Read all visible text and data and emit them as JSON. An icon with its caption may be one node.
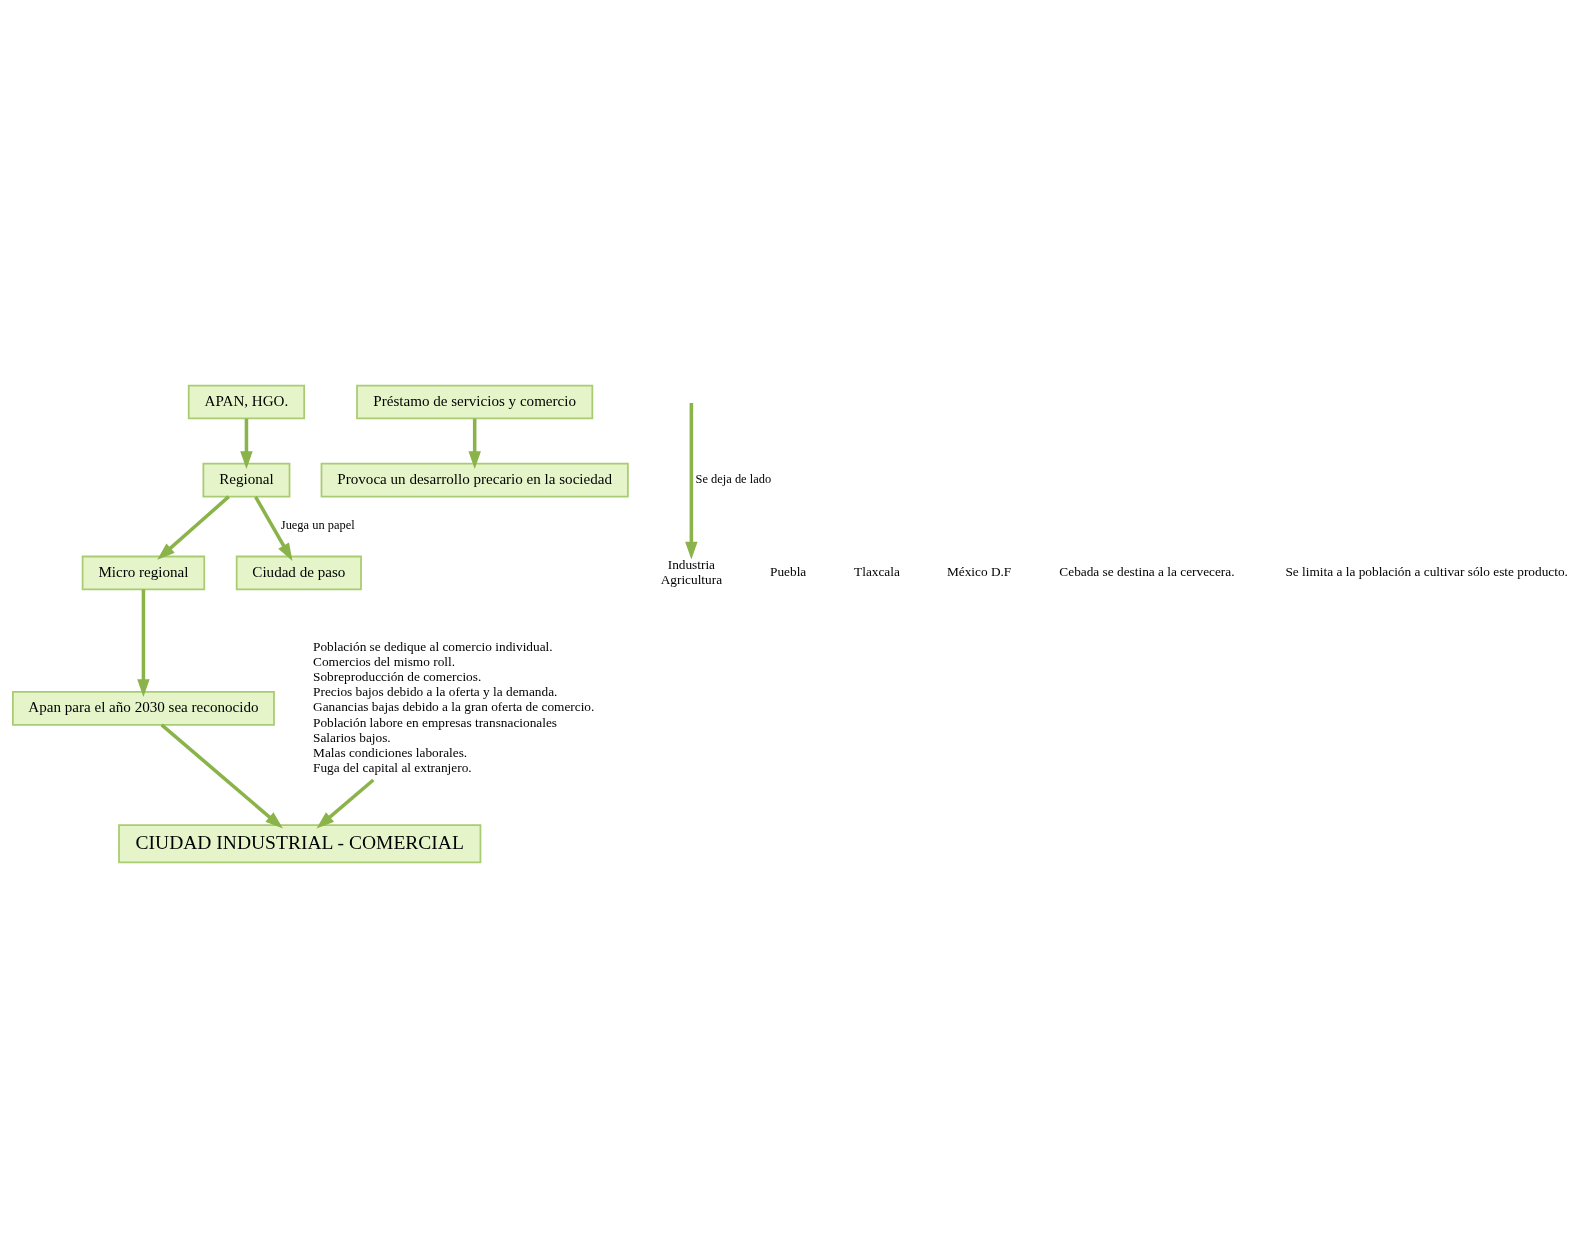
{
  "diagram": {
    "nodes": [
      {
        "text": [
          "APAN, HGO."
        ]
      },
      {
        "text": [
          "Regional"
        ]
      },
      {
        "text": [
          "Micro regional"
        ]
      },
      {
        "text": [
          "Apan para el año 2030 sea reconocido"
        ]
      },
      {
        "text": [
          "CIUDAD INDUSTRIAL - COMERCIAL"
        ]
      },
      {
        "text": [
          "Ciudad de paso"
        ]
      },
      {
        "text": [
          "Préstamo de servicios y comercio"
        ]
      },
      {
        "text": [
          "Industria",
          "Agricultura"
        ]
      },
      {
        "text": [
          "Provoca un desarrollo precario en la sociedad"
        ]
      },
      {
        "text": [
          "Población se dedique al comercio individual.",
          "Comercios del mismo roll.",
          "Sobreproducción de comercios.",
          "Precios bajos debido a la oferta y la demanda.",
          "Ganancias bajas debido a la gran oferta de comercio.",
          "Población labore en empresas transnacionales",
          "Salarios bajos.",
          "Malas condiciones laborales.",
          "Fuga del capital al extranjero."
        ]
      }
    ],
    "edges": [
      {
        "from": 0,
        "to": 1,
        "arrow": "to"
      },
      {
        "from": 1,
        "to": 2,
        "arrow": "to"
      },
      {
        "from": 2,
        "to": 3,
        "arrow": "to"
      },
      {
        "from": 3,
        "to": 4,
        "arrow": "to"
      },
      {
        "from": 1,
        "to": 5,
        "arrow": "to",
        "label": "Juega un papel"
      },
      {
        "from": 6,
        "to": 8,
        "arrow": "to"
      },
      {
        "from": null,
        "to": 7,
        "arrow": "to",
        "label": "Se deja de lado"
      },
      {
        "from": 9,
        "to": 4,
        "arrow": "to"
      }
    ],
    "labels": [
      "Puebla",
      "Tlaxcala",
      "México D.F",
      "Cebada se destina a la cervecera.",
      "Se limita a la población a cultivar sólo este producto."
    ]
  }
}
